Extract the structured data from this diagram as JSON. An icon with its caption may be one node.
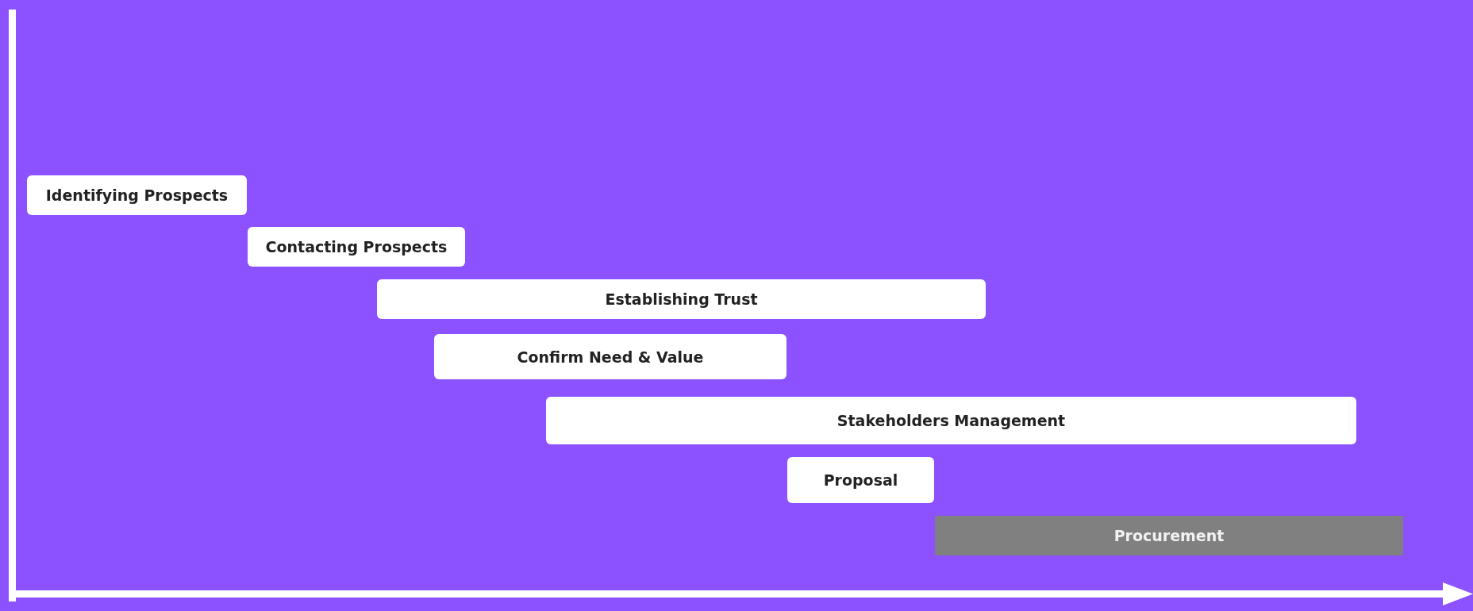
{
  "diagram": {
    "nodes": [
      {
        "text": [
          "Identifying Prospects"
        ]
      },
      {
        "text": [
          "Contacting Prospects"
        ]
      },
      {
        "text": [
          "Establishing Trust"
        ]
      },
      {
        "text": [
          "Confirm Need & Value"
        ]
      },
      {
        "text": [
          "Stakeholders Management"
        ]
      },
      {
        "text": [
          "Proposal"
        ]
      },
      {
        "text": [
          "Procurement"
        ]
      }
    ]
  }
}
